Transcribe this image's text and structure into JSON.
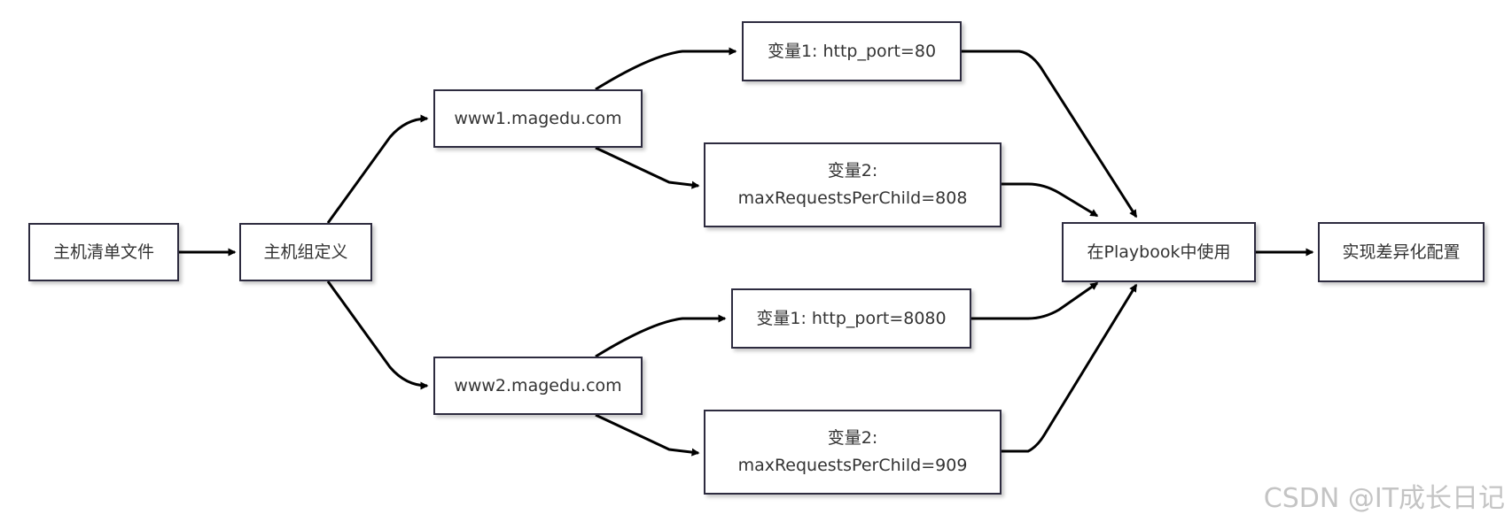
{
  "nodes": {
    "host_inventory": "主机清单文件",
    "host_group": "主机组定义",
    "www1": "www1.magedu.com",
    "www2": "www2.magedu.com",
    "www1_var1": "变量1: http_port=80",
    "www1_var2_line1": "变量2:",
    "www1_var2_line2": "maxRequestsPerChild=808",
    "www2_var1": "变量1: http_port=8080",
    "www2_var2_line1": "变量2:",
    "www2_var2_line2": "maxRequestsPerChild=909",
    "playbook": "在Playbook中使用",
    "result": "实现差异化配置"
  },
  "edges": [
    {
      "from": "host_inventory",
      "to": "host_group"
    },
    {
      "from": "host_group",
      "to": "www1"
    },
    {
      "from": "host_group",
      "to": "www2"
    },
    {
      "from": "www1",
      "to": "www1_var1"
    },
    {
      "from": "www1",
      "to": "www1_var2"
    },
    {
      "from": "www2",
      "to": "www2_var1"
    },
    {
      "from": "www2",
      "to": "www2_var2"
    },
    {
      "from": "www1_var1",
      "to": "playbook"
    },
    {
      "from": "www1_var2",
      "to": "playbook"
    },
    {
      "from": "www2_var1",
      "to": "playbook"
    },
    {
      "from": "www2_var2",
      "to": "playbook"
    },
    {
      "from": "playbook",
      "to": "result"
    }
  ],
  "colors": {
    "node_border": "#2d2b3f",
    "edge": "#000000",
    "text": "#333333",
    "watermark": "#c4c4c4"
  },
  "watermark": "CSDN @IT成长日记"
}
